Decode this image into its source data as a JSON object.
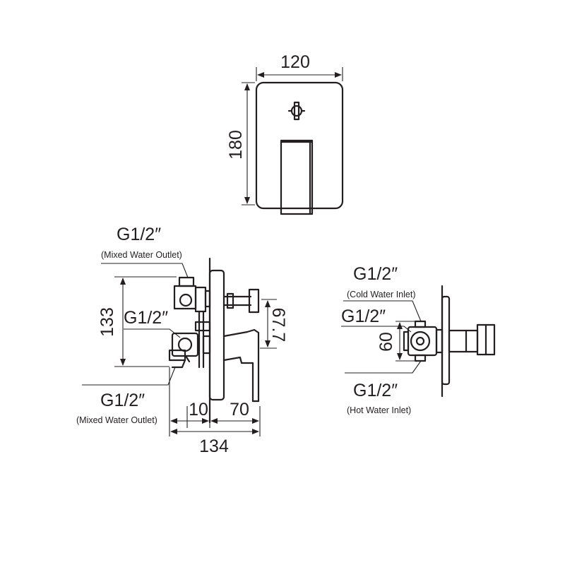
{
  "front_view": {
    "width_label": "120",
    "height_label": "180"
  },
  "side_view": {
    "top_thread": "G1/2″",
    "top_caption": "(Mixed Water Outlet)",
    "mid_thread": "G1/2″",
    "bottom_thread": "G1/2″",
    "bottom_caption": "(Mixed Water Outlet)",
    "dim_height": "133",
    "dim_offset": "67.7",
    "dim_10": "10",
    "dim_70": "70",
    "dim_total": "134"
  },
  "inlet_view": {
    "cold_thread": "G1/2″",
    "cold_caption": "(Cold Water Inlet)",
    "mid_thread": "G1/2″",
    "dim_spacing": "60",
    "hot_thread": "G1/2″",
    "hot_caption": "(Hot Water Inlet)"
  }
}
